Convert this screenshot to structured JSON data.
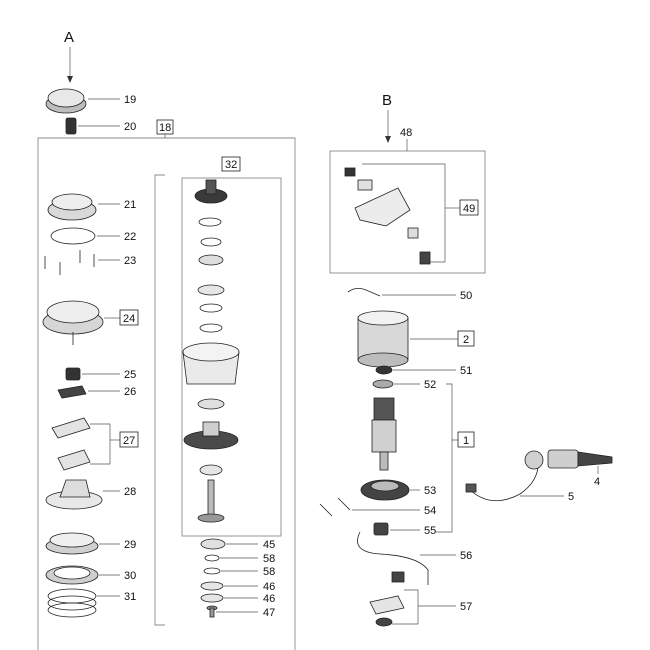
{
  "groups": {
    "A": "A",
    "B": "B"
  },
  "labels": {
    "p1": "1",
    "p2": "2",
    "p4": "4",
    "p5": "5",
    "p18": "18",
    "p19": "19",
    "p20": "20",
    "p21": "21",
    "p22": "22",
    "p23": "23",
    "p24": "24",
    "p25": "25",
    "p26": "26",
    "p27": "27",
    "p28": "28",
    "p29": "29",
    "p30": "30",
    "p31": "31",
    "p32": "32",
    "p45": "45",
    "p58a": "58",
    "p58b": "58",
    "p46a": "46",
    "p46b": "46",
    "p47": "47",
    "p48": "48",
    "p49": "49",
    "p50": "50",
    "p51": "51",
    "p52": "52",
    "p53": "53",
    "p54": "54",
    "p55": "55",
    "p56": "56",
    "p57": "57"
  },
  "colors": {
    "line": "#222222",
    "part_fill": "#e6e6e6",
    "part_dark": "#3a3a3a",
    "frame": "#8a8a8a"
  }
}
